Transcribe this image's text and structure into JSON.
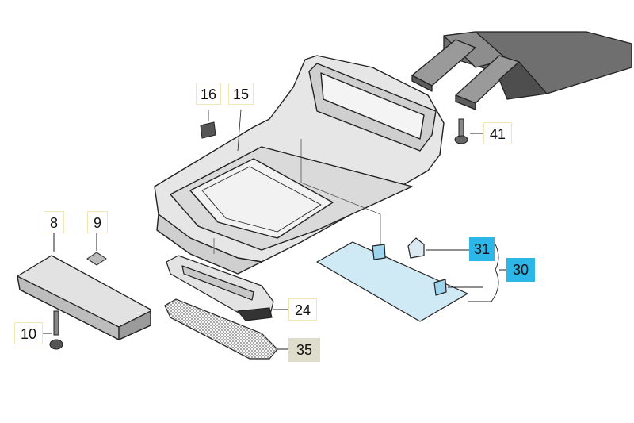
{
  "callouts": {
    "c16": "16",
    "c15": "15",
    "c41": "41",
    "c8": "8",
    "c9": "9",
    "c31": "31",
    "c30": "30",
    "c10": "10",
    "c24": "24",
    "c35": "35"
  },
  "colors": {
    "highlight_blue": "#2db7e8",
    "highlight_grey": "#deddcc",
    "part_fill_light": "#ececec",
    "part_fill_dark": "#7a7a7a",
    "panel_fill_blue": "#cfe9f5",
    "line": "#222222"
  }
}
